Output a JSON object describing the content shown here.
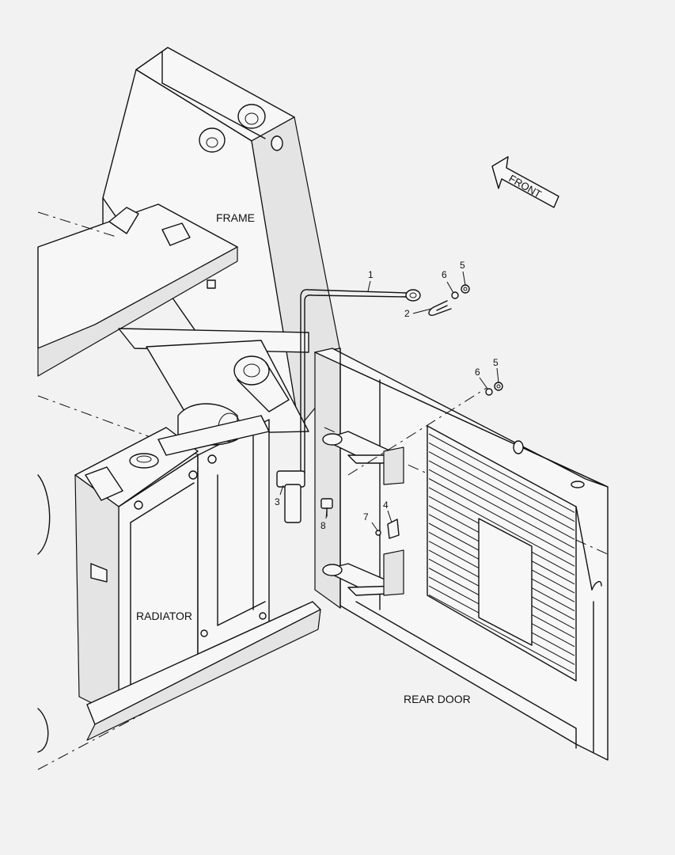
{
  "labels": {
    "frame": "FRAME",
    "radiator": "RADIATOR",
    "rear_door": "REAR DOOR",
    "front": "FRONT"
  },
  "callouts": [
    "1",
    "2",
    "3",
    "4",
    "5",
    "6",
    "5",
    "6",
    "7",
    "8"
  ]
}
